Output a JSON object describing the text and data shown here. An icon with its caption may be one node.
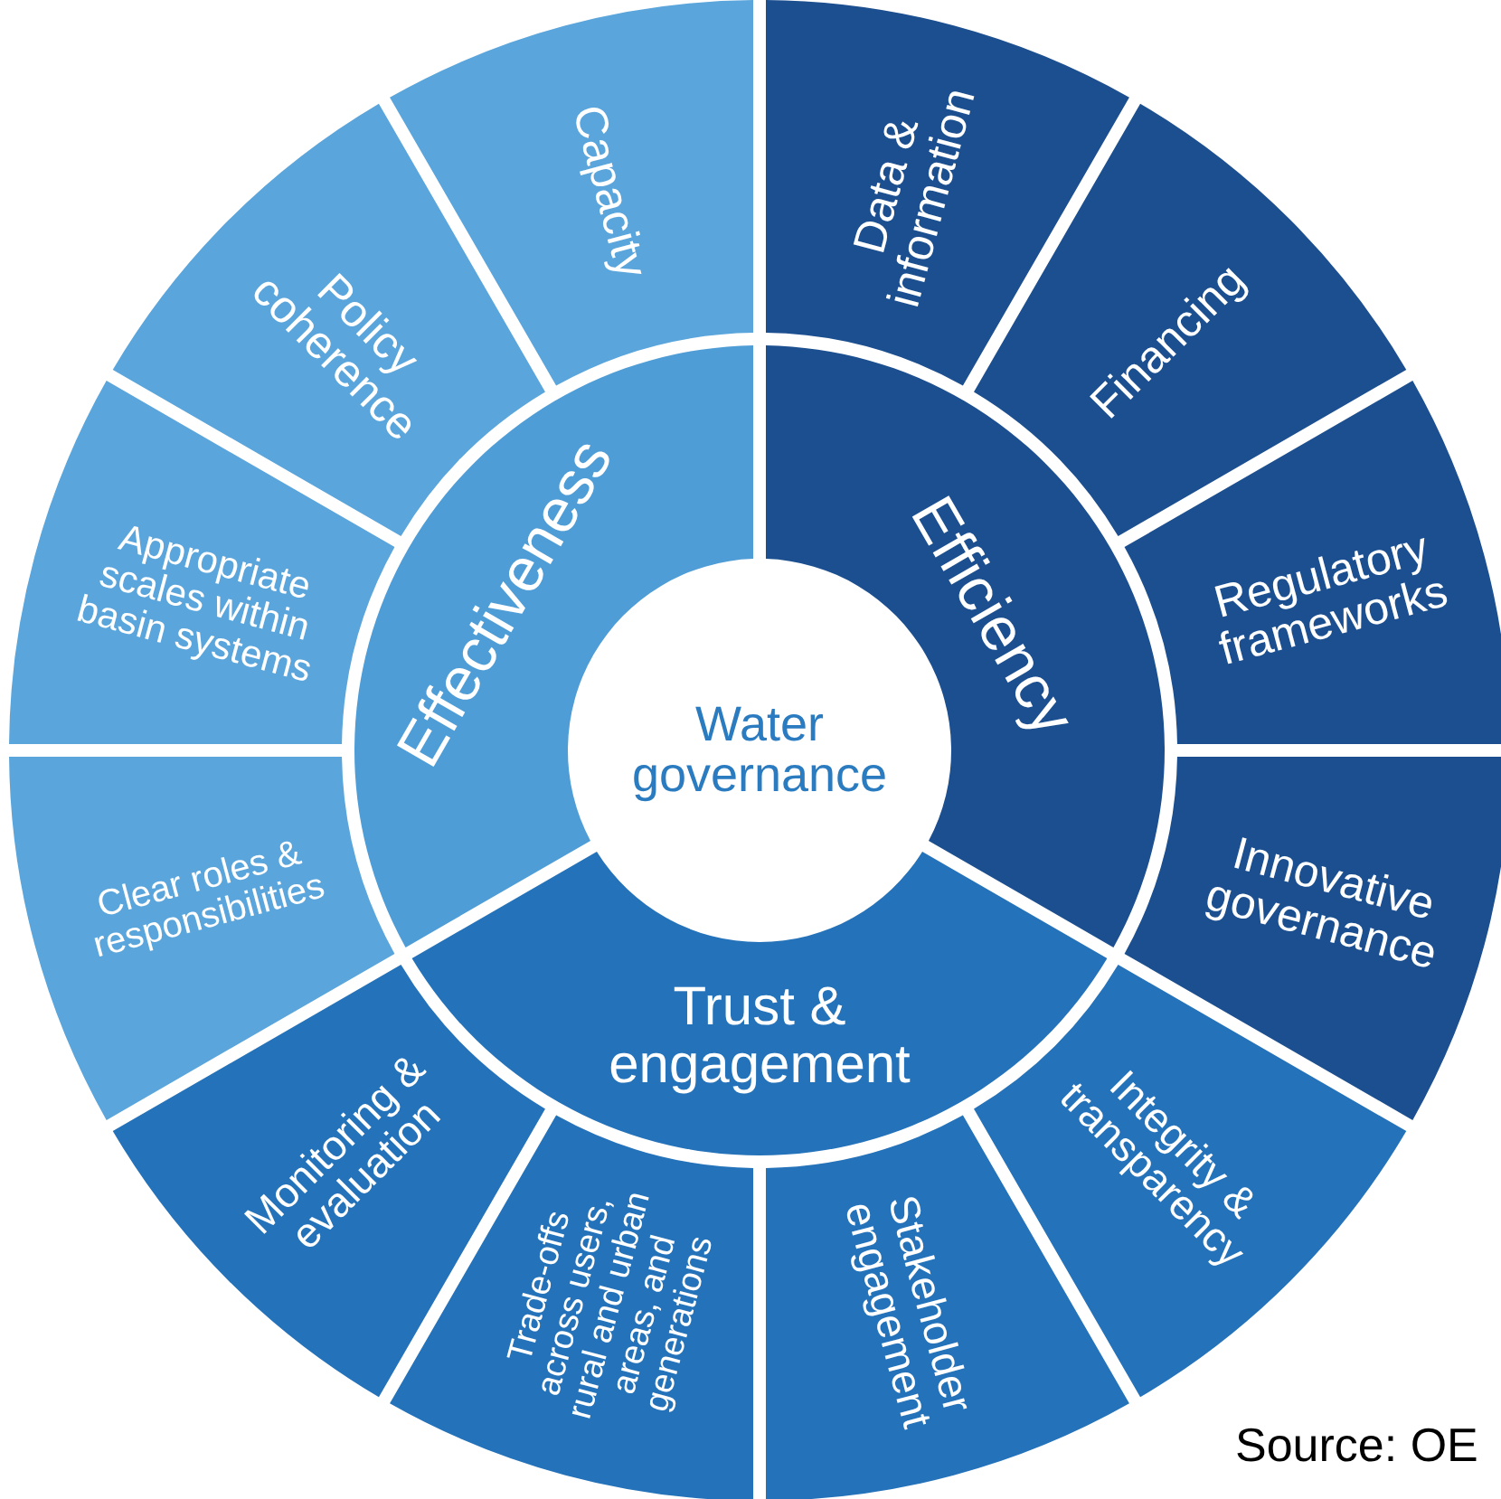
{
  "diagram": {
    "nodes": [
      {
        "text": [
          "Water governance"
        ]
      },
      {
        "text": [
          "Efficiency"
        ]
      },
      {
        "text": [
          "Trust & engagement"
        ]
      },
      {
        "text": [
          "Effectiveness"
        ]
      },
      {
        "text": [
          "Data & information"
        ]
      },
      {
        "text": [
          "Financing"
        ]
      },
      {
        "text": [
          "Regulatory frameworks"
        ]
      },
      {
        "text": [
          "Innovative governance"
        ]
      },
      {
        "text": [
          "Integrity & transparency"
        ]
      },
      {
        "text": [
          "Stakeholder engagement"
        ]
      },
      {
        "text": [
          "Trade-offs across users, rural and urban areas, and generations"
        ]
      },
      {
        "text": [
          "Monitoring & evaluation"
        ]
      },
      {
        "text": [
          "Clear roles & responsibilities"
        ]
      },
      {
        "text": [
          "Appropriate scales within basin systems"
        ]
      },
      {
        "text": [
          "Policy coherence"
        ]
      },
      {
        "text": [
          "Capacity"
        ]
      }
    ],
    "labels": [
      "Source: OE"
    ]
  }
}
